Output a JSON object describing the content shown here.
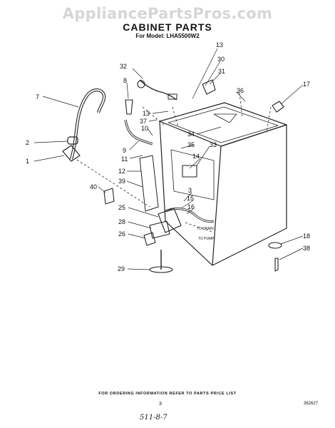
{
  "watermark": "AppliancePartsPros.com",
  "title": "CABINET PARTS",
  "subtitle": "For Model: LHA5500W2",
  "footer": {
    "ordering_note": "FOR ORDERING INFORMATION REFER TO PARTS PRICE LIST",
    "page_number": "3",
    "doc_code": "382627",
    "handwritten": "511-8-7"
  },
  "diagram_labels": {
    "to_drain": "TO DRAIN",
    "to_pump": "TO PUMP"
  },
  "callouts": [
    "13",
    "30",
    "31",
    "32",
    "8",
    "17",
    "36",
    "7",
    "13",
    "37",
    "10",
    "34",
    "35",
    "33",
    "2",
    "9",
    "11",
    "14",
    "1",
    "12",
    "39",
    "40",
    "3",
    "15",
    "16",
    "25",
    "28",
    "26",
    "29",
    "18",
    "38"
  ]
}
